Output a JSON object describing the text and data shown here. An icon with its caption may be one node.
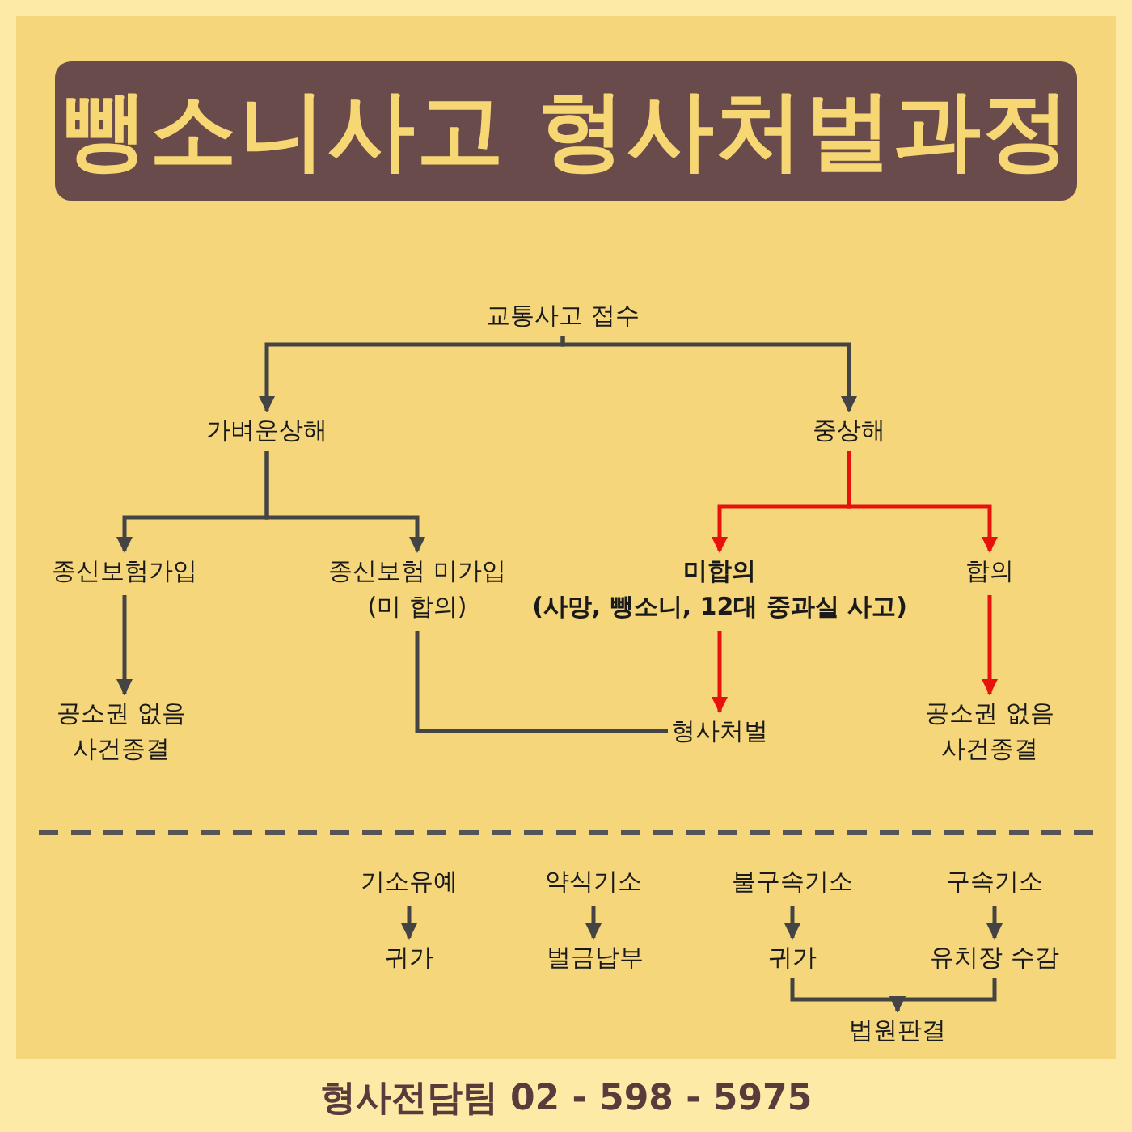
{
  "diagram": {
    "title": "뺑소니사고 형사처벌과정",
    "nodes": [
      {
        "text": [
          "교통사고 접수"
        ]
      },
      {
        "text": [
          "가벼운상해"
        ]
      },
      {
        "text": [
          "중상해"
        ]
      },
      {
        "text": [
          "종신보험가입"
        ]
      },
      {
        "text": [
          "종신보험 미가입 (미 합의)"
        ]
      },
      {
        "text": [
          "미합의",
          "(사망, 뺑소니, 12대 중과실 사고)"
        ]
      },
      {
        "text": [
          "합의"
        ]
      },
      {
        "text": [
          "공소권 없음 사건종결"
        ]
      },
      {
        "text": [
          "형사처벌"
        ]
      },
      {
        "text": [
          "공소권 없음 사건종결"
        ]
      },
      {
        "text": [
          "기소유예"
        ]
      },
      {
        "text": [
          "약식기소"
        ]
      },
      {
        "text": [
          "불구속기소"
        ]
      },
      {
        "text": [
          "구속기소"
        ]
      },
      {
        "text": [
          "귀가"
        ]
      },
      {
        "text": [
          "벌금납부"
        ]
      },
      {
        "text": [
          "귀가"
        ]
      },
      {
        "text": [
          "유치장 수감"
        ]
      },
      {
        "text": [
          "법원판결"
        ]
      }
    ],
    "edges": [
      {
        "from": 0,
        "to": 1,
        "arrow": "to"
      },
      {
        "from": 0,
        "to": 2,
        "arrow": "to"
      },
      {
        "from": 1,
        "to": 3,
        "arrow": "to"
      },
      {
        "from": 1,
        "to": 4,
        "arrow": "to"
      },
      {
        "from": 2,
        "to": 5,
        "arrow": "to",
        "color": "#e8120c"
      },
      {
        "from": 2,
        "to": 6,
        "arrow": "to",
        "color": "#e8120c"
      },
      {
        "from": 3,
        "to": 7,
        "arrow": "to"
      },
      {
        "from": 4,
        "to": 8,
        "arrow": "none"
      },
      {
        "from": 5,
        "to": 8,
        "arrow": "to",
        "color": "#e8120c"
      },
      {
        "from": 6,
        "to": 9,
        "arrow": "to",
        "color": "#e8120c"
      },
      {
        "from": 10,
        "to": 14,
        "arrow": "to"
      },
      {
        "from": 11,
        "to": 15,
        "arrow": "to"
      },
      {
        "from": 12,
        "to": 16,
        "arrow": "to"
      },
      {
        "from": 13,
        "to": 17,
        "arrow": "to"
      },
      {
        "from": 16,
        "to": 18,
        "arrow": "to"
      },
      {
        "from": 17,
        "to": 18,
        "arrow": "to"
      }
    ],
    "labels": [
      "형사전담팀 02 - 598 - 5975"
    ]
  }
}
